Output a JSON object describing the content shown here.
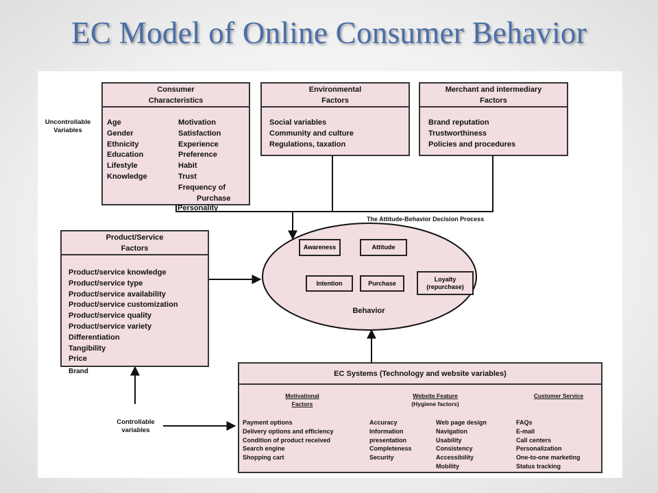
{
  "title": "EC Model of Online Consumer Behavior",
  "uncontrollable_label": [
    "Uncontrollable",
    "Variables"
  ],
  "controllable_label": [
    "Controllable",
    "variables"
  ],
  "consumer": {
    "title": [
      "Consumer",
      "Characteristics"
    ],
    "col1": [
      "Age",
      "Gender",
      "Ethnicity",
      "Education",
      "Lifestyle",
      "Knowledge"
    ],
    "col2": [
      "Motivation",
      "Satisfaction",
      "Experience",
      "Preference",
      "Habit",
      "Trust",
      "Frequency of",
      "Purchase",
      "Personality"
    ]
  },
  "environmental": {
    "title": [
      "Environmental",
      "Factors"
    ],
    "items": [
      "Social variables",
      "Community and culture",
      "Regulations, taxation"
    ]
  },
  "merchant": {
    "title": [
      "Merchant and intermediary",
      "Factors"
    ],
    "items": [
      "Brand reputation",
      "Trustworthiness",
      "Policies and procedures"
    ]
  },
  "product": {
    "title": [
      "Product/Service",
      "Factors"
    ],
    "items": [
      "Product/service knowledge",
      "Product/service type",
      "Product/service availability",
      "Product/service  customization",
      "Product/service quality",
      "Product/service variety",
      "Differentiation",
      "Tangibility",
      "Price",
      "Brand"
    ]
  },
  "decision_process": {
    "label": "The Attitude-Behavior Decision Process",
    "awareness": "Awareness",
    "attitude": "Attitude",
    "intention": "Intention",
    "purchase": "Purchase",
    "loyalty": [
      "Loyalty",
      "(repurchase)"
    ],
    "behavior": "Behavior"
  },
  "ec_systems": {
    "title": "EC Systems (Technology and website variables)",
    "motivational_heading": [
      "Motivational",
      "Factors"
    ],
    "website_heading": [
      "Website Feature",
      "(Hygiene factors)"
    ],
    "service_heading": "Customer Service",
    "motivational_items": [
      "Payment options",
      "Delivery options and efficiency",
      "Condition of product received",
      "Search engine",
      "Shopping cart"
    ],
    "website_col1": [
      "Accuracy",
      "Information",
      "presentation",
      "Completeness",
      "Security"
    ],
    "website_col2": [
      "Web page design",
      "Navigation",
      "Usability",
      "Consistency",
      "Accessibility",
      "Mobility"
    ],
    "service_items": [
      "FAQs",
      "E-mail",
      "Call centers",
      "Personalization",
      "One-to-one marketing",
      "Status tracking"
    ]
  }
}
